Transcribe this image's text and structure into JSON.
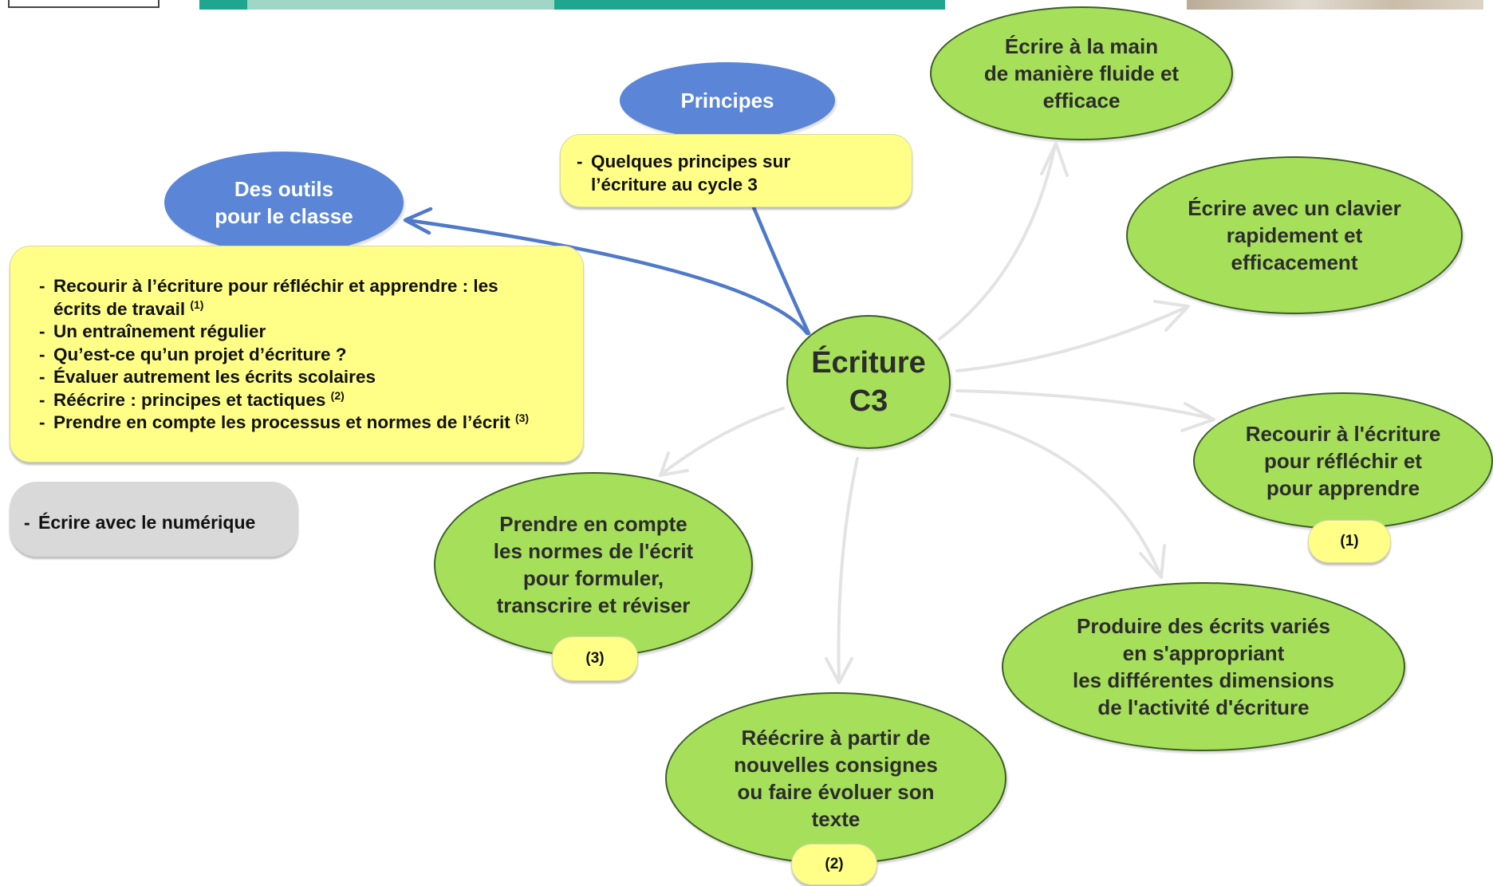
{
  "center": {
    "line1": "Écriture",
    "line2": "C3"
  },
  "principles": {
    "title": "Principes",
    "items": [
      "Quelques principes sur l’écriture au cycle 3"
    ]
  },
  "tools": {
    "title_line1": "Des outils",
    "title_line2": "pour le classe",
    "items": [
      {
        "text": "Recourir à l’écriture pour réfléchir et apprendre : les écrits de travail",
        "note": "(1)"
      },
      {
        "text": "Un entraînement régulier",
        "note": ""
      },
      {
        "text": "Qu’est-ce qu’un projet d’écriture ?",
        "note": ""
      },
      {
        "text": "Évaluer autrement les écrits scolaires",
        "note": ""
      },
      {
        "text": "Réécrire : principes et tactiques",
        "note": "(2)"
      },
      {
        "text": "Prendre en compte les processus et normes de l’écrit",
        "note": "(3)"
      }
    ],
    "digital": "Écrire avec le numérique"
  },
  "branches": {
    "handwriting": [
      "Écrire à la main",
      "de manière fluide et",
      "efficace"
    ],
    "keyboard": [
      "Écrire avec un clavier",
      "rapidement et",
      "efficacement"
    ],
    "reflect": [
      "Recourir à l'écriture",
      "pour réfléchir et",
      "pour apprendre"
    ],
    "reflect_note": "(1)",
    "varied": [
      "Produire des écrits variés",
      "en s'appropriant",
      "les différentes dimensions",
      "de l'activité d'écriture"
    ],
    "rewrite": [
      "Réécrire à partir de",
      "nouvelles consignes",
      "ou faire évoluer son",
      "texte"
    ],
    "rewrite_note": "(2)",
    "norms": [
      "Prendre en compte",
      "les normes de l'écrit",
      "pour formuler,",
      "transcrire et réviser"
    ],
    "norms_note": "(3)"
  },
  "colors": {
    "node_green": "#a6e05a",
    "node_blue": "#5b85d6",
    "note_yellow": "#ffff88",
    "note_grey": "#d9d9d9",
    "arrow_grey": "#e3e3e3",
    "arrow_blue": "#4f79c9"
  }
}
